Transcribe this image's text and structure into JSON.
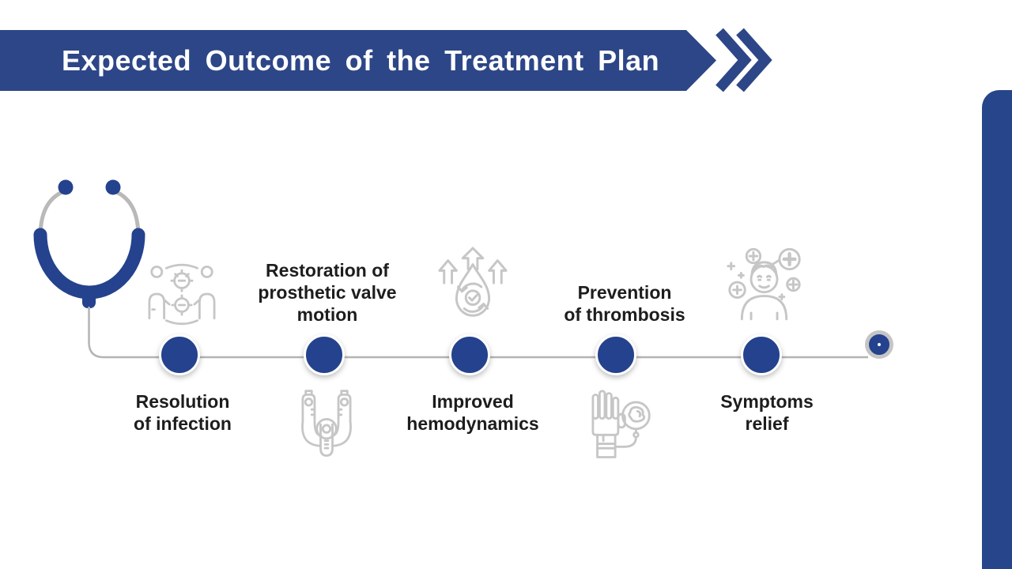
{
  "slide": {
    "title": "Expected Outcome of the Treatment Plan",
    "colors": {
      "banner_blue": "#2d4687",
      "node_blue": "#24428d",
      "accent_bar_blue": "#27458a",
      "timeline_gray": "#b4b4b4",
      "icon_gray": "#c6c6c6",
      "text_dark": "#1d1d1d",
      "title_white": "#ffffff"
    },
    "decorations": {
      "header_arrow": "double-chevron-right",
      "start_illustration": "stethoscope",
      "end_marker": "ring-bullseye"
    }
  },
  "timeline": {
    "milestones": [
      {
        "label": "Resolution of infection",
        "label_lines": [
          "Resolution",
          "of infection"
        ],
        "icon": "infection-spread-icon",
        "icon_position": "above",
        "label_position": "below"
      },
      {
        "label": "Restoration of prosthetic valve motion",
        "label_lines": [
          "Restoration of",
          "prosthetic valve",
          "motion"
        ],
        "icon": "prosthetic-valve-icon",
        "icon_position": "below",
        "label_position": "above"
      },
      {
        "label": "Improved hemodynamics",
        "label_lines": [
          "Improved",
          "hemodynamics"
        ],
        "icon": "blood-flow-improvement-icon",
        "icon_position": "above",
        "label_position": "below"
      },
      {
        "label": "Prevention of thrombosis",
        "label_lines": [
          "Prevention",
          "of thrombosis"
        ],
        "icon": "stop-hand-clot-icon",
        "icon_position": "below",
        "label_position": "above"
      },
      {
        "label": "Symptoms relief",
        "label_lines": [
          "Symptoms",
          "relief"
        ],
        "icon": "relieved-patient-icon",
        "icon_position": "above",
        "label_position": "below"
      }
    ]
  }
}
